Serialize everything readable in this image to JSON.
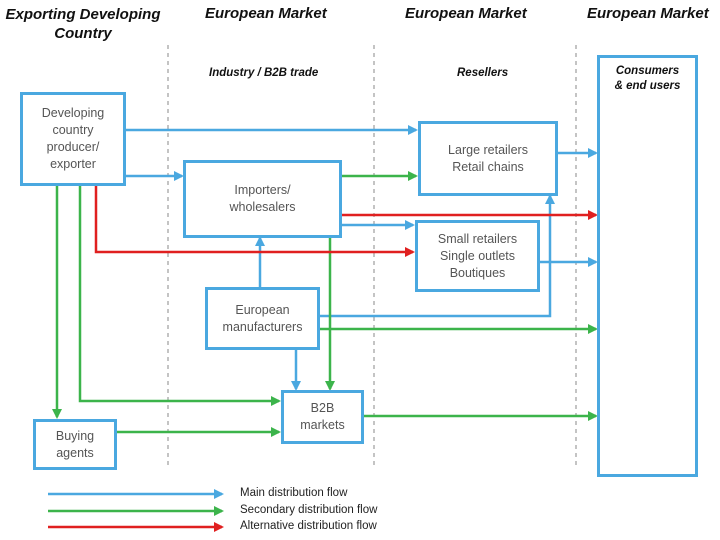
{
  "headers": {
    "col1": "Exporting Developing\nCountry",
    "col2": "European Market",
    "col3": "European Market",
    "col4": "European Market"
  },
  "subheaders": {
    "industry": "Industry / B2B  trade",
    "resellers": "Resellers"
  },
  "nodes": {
    "producer": "Developing\ncountry\nproducer/\nexporter",
    "importers": "Importers/\nwholesalers",
    "large_retailers": "Large retailers\nRetail chains",
    "small_retailers": "Small retailers\nSingle outlets\nBoutiques",
    "manufacturers": "European\nmanufacturers",
    "b2b": "B2B\nmarkets",
    "buying_agents": "Buying\nagents",
    "consumers": "Consumers\n& end users"
  },
  "legend": {
    "main": "Main distribution flow",
    "secondary": "Secondary distribution flow",
    "alternative": "Alternative distribution flow"
  },
  "colors": {
    "main": "#4aa8e0",
    "secondary": "#3cb44b",
    "alternative": "#e02020"
  }
}
